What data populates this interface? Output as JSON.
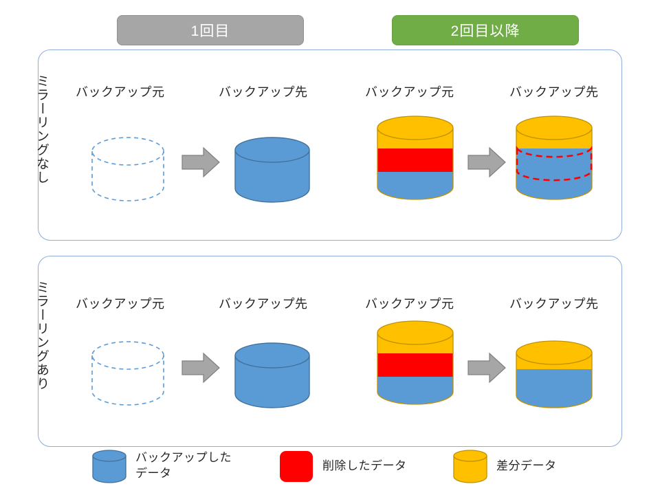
{
  "header": {
    "badges": [
      {
        "label": "1回目",
        "color": "#a6a6a6"
      },
      {
        "label": "2回目以降",
        "color": "#70ad47"
      }
    ]
  },
  "rows": [
    {
      "label": "ミラーリングなし",
      "groups": [
        {
          "phase": "1回目",
          "source_caption": "バックアップ元",
          "dest_caption": "バックアップ先",
          "arrow": "right-arrow",
          "source": {
            "style": "empty-dashed",
            "segments": []
          },
          "destination": {
            "style": "solid",
            "segments": [
              {
                "type": "backed-up",
                "color": "#5b9bd5",
                "ratio": 1.0
              }
            ]
          }
        },
        {
          "phase": "2回目以降",
          "source_caption": "バックアップ元",
          "dest_caption": "バックアップ先",
          "arrow": "right-arrow",
          "source": {
            "style": "solid",
            "segments": [
              {
                "type": "diff",
                "color": "#ffc000",
                "ratio": 0.36
              },
              {
                "type": "deleted",
                "color": "#ff0000",
                "ratio": 0.26
              },
              {
                "type": "backed-up",
                "color": "#5b9bd5",
                "ratio": 0.38
              }
            ]
          },
          "destination": {
            "style": "solid-with-dashed-marker",
            "segments": [
              {
                "type": "diff",
                "color": "#ffc000",
                "ratio": 0.36
              },
              {
                "type": "backed-up",
                "color": "#5b9bd5",
                "ratio": 0.64
              }
            ],
            "marker": {
              "type": "deleted-remaining",
              "color": "#ff0000",
              "dashed": true
            }
          }
        }
      ]
    },
    {
      "label": "ミラーリングあり",
      "groups": [
        {
          "phase": "1回目",
          "source_caption": "バックアップ元",
          "dest_caption": "バックアップ先",
          "arrow": "right-arrow",
          "source": {
            "style": "empty-dashed",
            "segments": []
          },
          "destination": {
            "style": "solid",
            "segments": [
              {
                "type": "backed-up",
                "color": "#5b9bd5",
                "ratio": 1.0
              }
            ]
          }
        },
        {
          "phase": "2回目以降",
          "source_caption": "バックアップ元",
          "dest_caption": "バックアップ先",
          "arrow": "right-arrow",
          "source": {
            "style": "solid",
            "segments": [
              {
                "type": "diff",
                "color": "#ffc000",
                "ratio": 0.36
              },
              {
                "type": "deleted",
                "color": "#ff0000",
                "ratio": 0.26
              },
              {
                "type": "backed-up",
                "color": "#5b9bd5",
                "ratio": 0.38
              }
            ]
          },
          "destination": {
            "style": "solid",
            "segments": [
              {
                "type": "diff",
                "color": "#ffc000",
                "ratio": 0.42
              },
              {
                "type": "backed-up",
                "color": "#5b9bd5",
                "ratio": 0.58
              }
            ]
          }
        }
      ]
    }
  ],
  "legend": {
    "items": [
      {
        "label": "バックアップした\nデータ",
        "line1": "バックアップした",
        "line2": "データ",
        "shape": "cylinder",
        "color": "#5b9bd5"
      },
      {
        "label": "削除したデータ",
        "line1": "削除したデータ",
        "line2": "",
        "shape": "rounded-rect",
        "color": "#ff0000"
      },
      {
        "label": "差分データ",
        "line1": "差分データ",
        "line2": "",
        "shape": "cylinder",
        "color": "#ffc000"
      }
    ]
  },
  "colors": {
    "backed_up": "#5b9bd5",
    "backed_up_stroke": "#41719c",
    "deleted": "#ff0000",
    "deleted_stroke": "#c00000",
    "diff": "#ffc000",
    "diff_stroke": "#bf9000",
    "panel_border": "#8faadc",
    "arrow_fill": "#a6a6a6",
    "arrow_stroke": "#7f7f7f",
    "badge_first": "#a6a6a6",
    "badge_second": "#70ad47"
  }
}
